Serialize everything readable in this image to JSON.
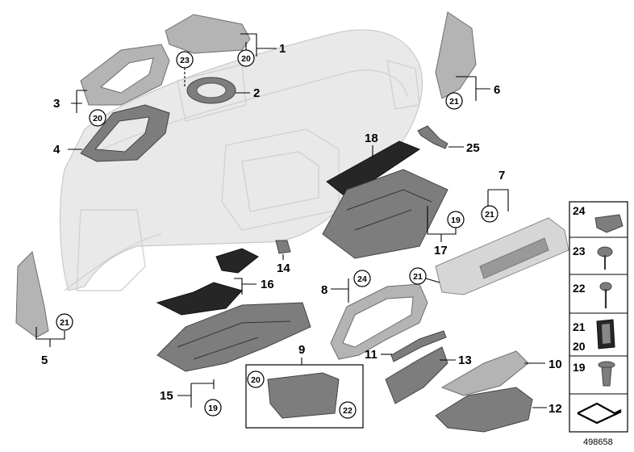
{
  "callouts": {
    "c1": "1",
    "c2": "2",
    "c3": "3",
    "c4": "4",
    "c5": "5",
    "c6": "6",
    "c7": "7",
    "c8": "8",
    "c9": "9",
    "c10": "10",
    "c11": "11",
    "c12": "12",
    "c13": "13",
    "c14": "14",
    "c15": "15",
    "c16": "16",
    "c17": "17",
    "c18": "18",
    "c25": "25"
  },
  "circles": {
    "c20_top": "20",
    "c23": "23",
    "c20_left": "20",
    "c21_right": "21",
    "c19_mid": "19",
    "c21_panel": "21",
    "c21_trim": "21",
    "c24": "24",
    "c21_bottom": "21",
    "c20_box": "20",
    "c22_box": "22",
    "c19_bottom": "19"
  },
  "side_panel": [
    "24",
    "23",
    "22",
    "21",
    "20",
    "19"
  ],
  "image_id": "498658",
  "colors": {
    "ghost_fill": "#e9e9e9",
    "part_grey": "#b4b4b4",
    "part_black": "#262626",
    "line": "#000000"
  }
}
